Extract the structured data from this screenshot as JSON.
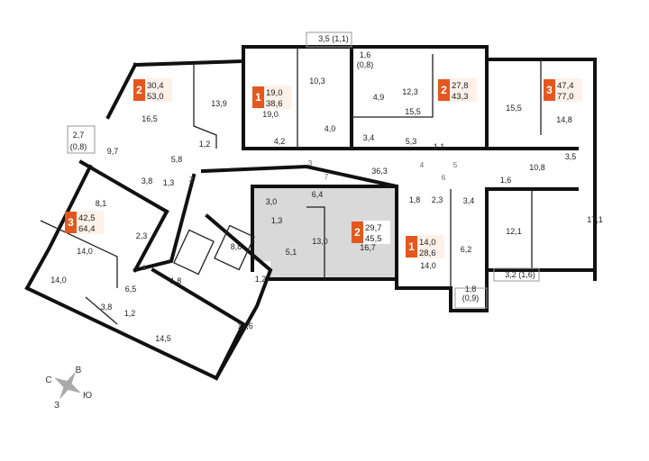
{
  "colors": {
    "badge": "#e4571f",
    "highlight": "#d9d9d9",
    "wall": "#111111"
  },
  "apartments": [
    {
      "rooms": "2",
      "living": "30,4",
      "total": "53,0"
    },
    {
      "rooms": "1",
      "living": "19,0",
      "total": "38,6"
    },
    {
      "rooms": "2",
      "living": "27,8",
      "total": "43,3"
    },
    {
      "rooms": "3",
      "living": "47,4",
      "total": "77,0"
    },
    {
      "rooms": "3",
      "living": "42,5",
      "total": "64,4"
    },
    {
      "rooms": "2",
      "living": "29,7",
      "total": "45,5",
      "highlighted": true
    },
    {
      "rooms": "1",
      "living": "14,0",
      "total": "28,6"
    }
  ],
  "rooms": [
    "3,5 (1,1)",
    "1,6",
    "(0,8)",
    "10,3",
    "4,9",
    "12,3",
    "15,5",
    "15,5",
    "14,8",
    "16,5",
    "13,9",
    "19,0",
    "2,7",
    "(0,8)",
    "9,7",
    "5,8",
    "1,2",
    "4,2",
    "4,0",
    "3,4",
    "5,3",
    "1,1",
    "3,8",
    "1,3",
    "36,3",
    "10,8",
    "3,5",
    "1,6",
    "8,1",
    "6,4",
    "3,0",
    "1,3",
    "13,0",
    "5,1",
    "16,7",
    "1,8",
    "2,3",
    "3,4",
    "12,1",
    "17,1",
    "6,2",
    "14,0",
    "3,2 (1,6)",
    "1,8",
    "(0,9)",
    "2,3",
    "14,0",
    "14,0",
    "6,5",
    "3,8",
    "1,2",
    "14,5",
    "8,8",
    "1,8",
    "1,2",
    "12,6"
  ],
  "doors": [
    "1",
    "2",
    "3",
    "4",
    "5",
    "6",
    "7"
  ],
  "compass": {
    "north": "С",
    "east": "В",
    "south": "Ю",
    "west": "З",
    "icon": "compass-rose-icon"
  }
}
